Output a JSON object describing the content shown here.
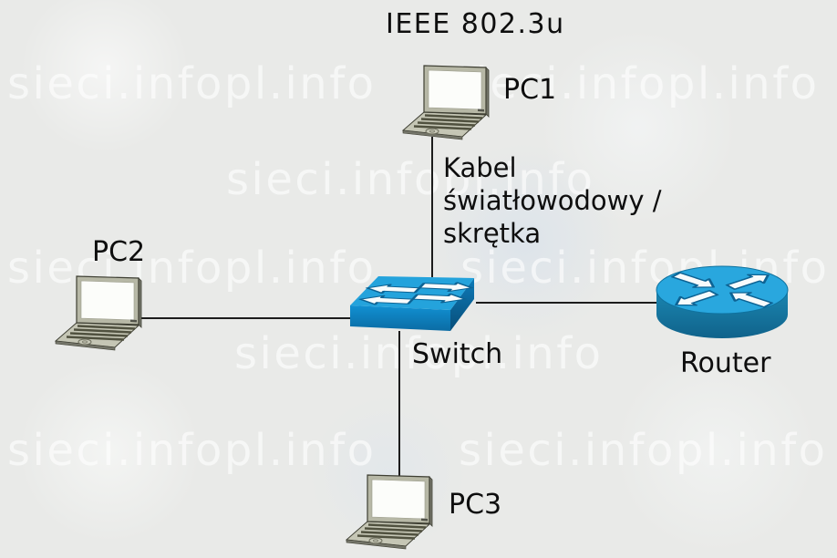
{
  "title": "IEEE 802.3u",
  "watermark": "sieci.infopl.info",
  "nodes": {
    "pc1": {
      "label": "PC1",
      "kind": "laptop"
    },
    "pc2": {
      "label": "PC2",
      "kind": "laptop"
    },
    "pc3": {
      "label": "PC3",
      "kind": "laptop"
    },
    "switch": {
      "label": "Switch",
      "kind": "switch"
    },
    "router": {
      "label": "Router",
      "kind": "router"
    }
  },
  "cable_label": {
    "line1": "Kabel",
    "line2": "światłowodowy /",
    "line3": "skrętka"
  },
  "colors": {
    "background": "#e9eae8",
    "text": "#0e0e0e",
    "watermark": "rgba(255,255,255,0.6)",
    "link_line": "#1c1c1c",
    "cisco_blue_top": "#24a3dc",
    "cisco_blue_front": "#0e86c6",
    "cisco_blue_side": "#0b6da5",
    "router_body": "#1679a3",
    "laptop_body": "#b7b8a6",
    "laptop_base": "#c5c6b5",
    "laptop_screen": "#fcfdfa"
  }
}
